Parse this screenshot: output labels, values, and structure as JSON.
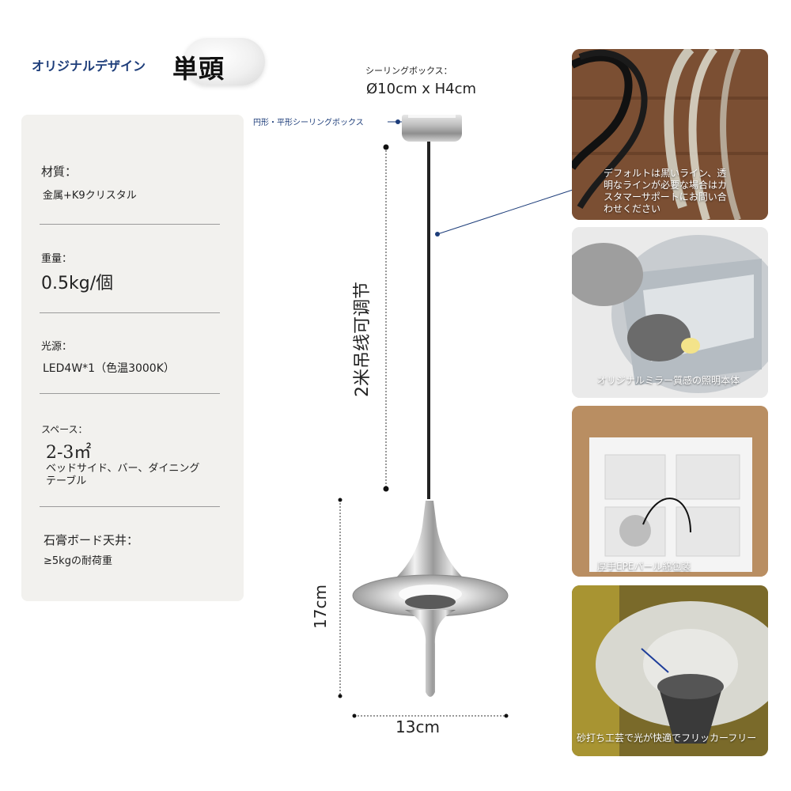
{
  "header": {
    "subtitle": "オリジナルデザイン",
    "title": "単頭"
  },
  "specs": [
    {
      "label": "材質：",
      "value": "金属+K9クリスタル"
    },
    {
      "label": "重量：",
      "value": "0.5kg/個"
    },
    {
      "label": "光源：",
      "value": "LED4W*1（色温3000K）"
    },
    {
      "label": "スペース：",
      "value": "2-3㎡",
      "value2": "ベッドサイド、バー、ダイニング",
      "value3": "テーブル"
    },
    {
      "label": "石膏ボード天井：",
      "value": "≥5kgの耐荷重"
    }
  ],
  "diagram": {
    "ceiling_box_label": "シーリングボックス：",
    "ceiling_box_size": "Ø10cm x H4cm",
    "ceiling_box_shape": "円形・平形シーリングボックス",
    "cable_label": "2米吊线可调节",
    "height_label": "17cm",
    "width_label": "13cm"
  },
  "photos": [
    {
      "caption_lines": [
        "デフォルトは黒いライン、透",
        "明なラインが必要な場合はカ",
        "スタマーサポートにお問い合",
        "わせください"
      ]
    },
    {
      "caption": "オリジナルミラー質感の照明本体"
    },
    {
      "caption": "厚手EPEパール綿包装"
    },
    {
      "caption": "砂打ち工芸で光が快適でフリッカーフリー"
    }
  ],
  "colors": {
    "accent": "#1d3d7a",
    "card_bg": "#f2f1ee"
  }
}
